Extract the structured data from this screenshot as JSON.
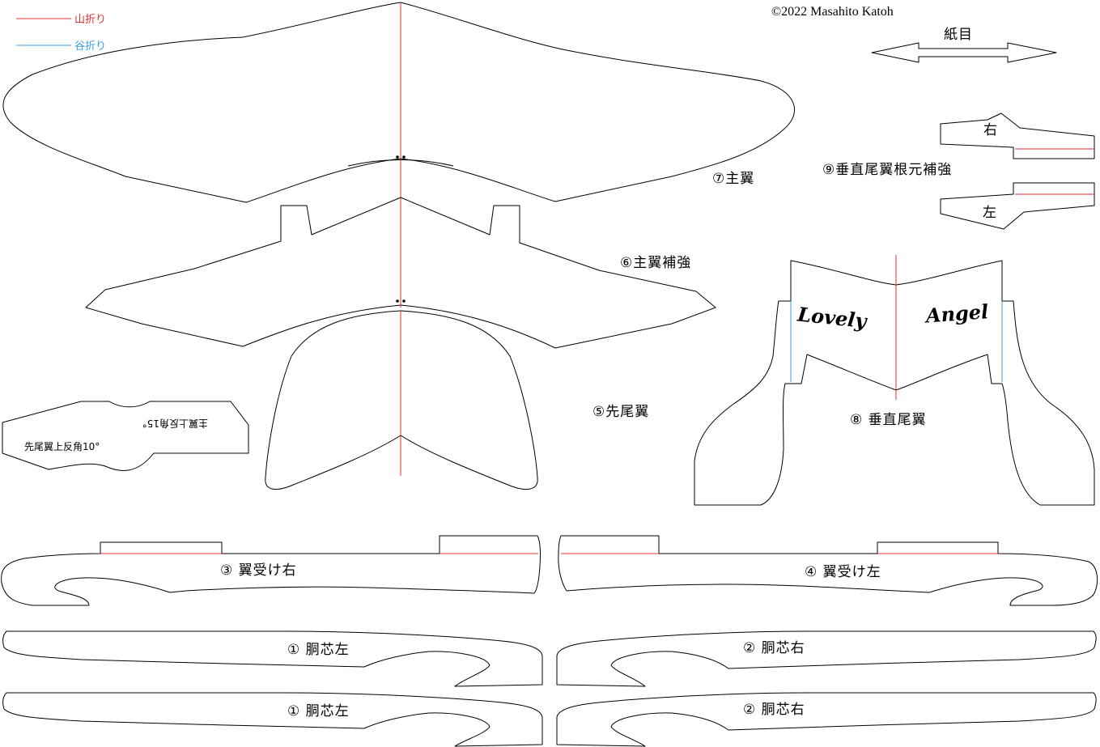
{
  "legend": {
    "mountain_fold": "山折り",
    "valley_fold": "谷折り",
    "mountain_color": "#e03030",
    "valley_color": "#3aa0e0"
  },
  "copyright": "©2022 Masahito Katoh",
  "grain": {
    "label": "紙目",
    "icon": "double-arrow-icon"
  },
  "parts": {
    "main_wing": "⑦主翼",
    "main_wing_reinforce": "⑥主翼補強",
    "front_tail": "⑤先尾翼",
    "vertical_tail": "⑧ 垂直尾翼",
    "vertical_tail_root": "⑨垂直尾翼根元補強",
    "root_right": "右",
    "root_left": "左",
    "wing_mount_right": "③ 翼受け右",
    "wing_mount_left": "④ 翼受け左",
    "body_left_1": "① 胴芯左",
    "body_left_2": "① 胴芯左",
    "body_right_1": "② 胴芯右",
    "body_right_2": "② 胴芯右"
  },
  "gauge": {
    "front_dihedral": "先尾翼上反角10°",
    "main_dihedral": "主翼上反角15°"
  },
  "tail_text": {
    "left": "Lovely",
    "right": "Angel"
  }
}
